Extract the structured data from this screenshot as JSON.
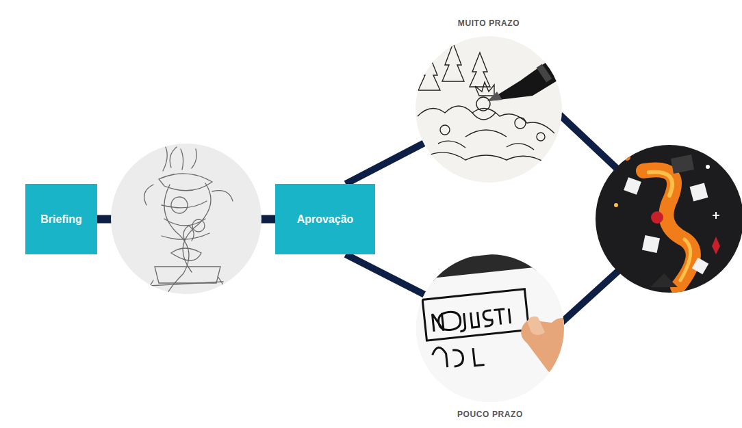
{
  "diagram": {
    "nodes": [
      {
        "text": [
          "Briefing"
        ]
      },
      {
        "text": [
          "Aprovação"
        ]
      },
      {
        "text": [
          "MUITO PRAZO"
        ]
      },
      {
        "text": [
          "POUCO PRAZO"
        ]
      }
    ],
    "edges": [
      {
        "from": 0,
        "to": 1,
        "arrow": "none"
      },
      {
        "from": 1,
        "to": 2,
        "arrow": "none"
      },
      {
        "from": 1,
        "to": 3,
        "arrow": "none"
      }
    ]
  }
}
